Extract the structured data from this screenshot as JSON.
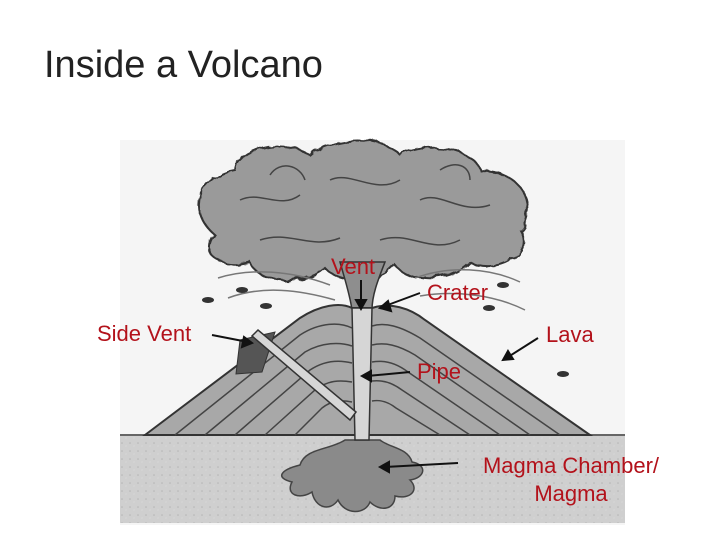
{
  "slide": {
    "title": "Inside a Volcano"
  },
  "labels": {
    "vent": "Vent",
    "crater": "Crater",
    "side_vent": "Side Vent",
    "lava": "Lava",
    "pipe": "Pipe",
    "magma_chamber_line1": "Magma Chamber/",
    "magma_chamber_line2": "Magma"
  },
  "colors": {
    "label": "#b3121b",
    "title": "#222222"
  }
}
